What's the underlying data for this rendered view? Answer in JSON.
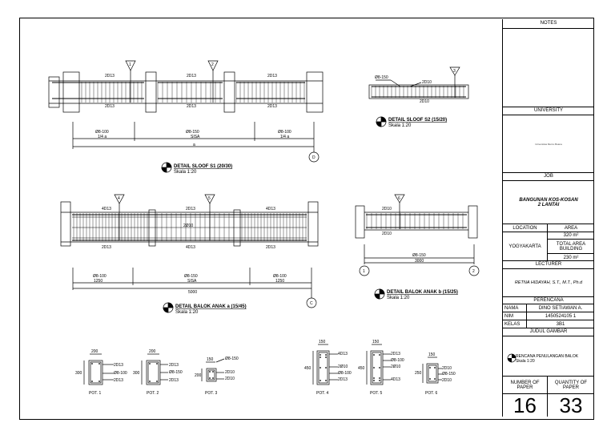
{
  "title_block": {
    "notes": "NOTES",
    "university": "UNIVERSITY",
    "university_logo_text": "Universitas Mercu Buana",
    "job": "JOB",
    "job_title": "BANGUNAN KOS-KOSAN\n2 LANTAI",
    "location_label": "LOCATION",
    "location_value": "YOGYAKARTA",
    "area_label": "AREA",
    "area_value": "320 m²",
    "total_area_label": "TOTAL AREA BUILDING",
    "total_area_value": "230 m²",
    "lecturer_label": "LECTURER",
    "lecturer_name": "RETNA HIDAYAH, S.T., M.T., Ph.d",
    "perencana": "PERENCANA",
    "nama_label": "NAMA",
    "nama_value": "DINO SETIAWAN A.",
    "nim_label": "NIM",
    "nim_value": "1450524105 1",
    "kelas_label": "KELAS",
    "kelas_value": "3B1",
    "judul_label": "JUDUL GAMBAR",
    "judul_value": "RENCANA PENULANGAN BALOK",
    "judul_scale": "Skala 1:20",
    "number_label": "NUMBER OF PAPER",
    "quantity_label": "QUANTITY OF PAPER",
    "number_value": "16",
    "quantity_value": "33"
  },
  "drawing": {
    "s1": {
      "title": "DETAIL SLOOF S1 (20/30)",
      "scale": "Skala 1:20",
      "top_bars": [
        "2D13",
        "2D13",
        "2D13"
      ],
      "bottom_bars": [
        "2D13",
        "2D13",
        "2D13"
      ],
      "markers": [
        "1",
        "2"
      ],
      "stirrups": [
        "Ø8-100",
        "Ø8-150",
        "Ø8-100"
      ],
      "spans": [
        "1/4 a",
        "SISA",
        "1/4 a"
      ],
      "total": "a",
      "grid": "D"
    },
    "s2": {
      "title": "DETAIL SLOOF S2 (15/20)",
      "scale": "Skala 1:20",
      "stirrup": "Ø8-150",
      "top_bar": "2D10",
      "bottom_bar": "2D10",
      "marker": "3"
    },
    "a": {
      "title": "DETAIL BALOK ANAK a (15/45)",
      "scale": "Skala 1:20",
      "top_bars": [
        "4D13",
        "2D13",
        "4D13"
      ],
      "middle_bar": "2Ø10",
      "bottom_bars": [
        "2D13",
        "4D13",
        "2D13"
      ],
      "markers": [
        "4",
        "5"
      ],
      "stirrups": [
        "Ø8-100",
        "Ø8-150",
        "Ø8-100"
      ],
      "spans": [
        "1250",
        "SISA",
        "1250"
      ],
      "total": "5000",
      "grid": "C"
    },
    "b": {
      "title": "DETAIL BALOK ANAK b (15/25)",
      "scale": "Skala 1:20",
      "top_bar": "2D10",
      "bottom_bar": "2D10",
      "marker": "6",
      "stirrup": "Ø8-150",
      "span": "3000",
      "grid_left": "1",
      "grid_right": "2"
    },
    "sections": [
      {
        "name": "POT. 1",
        "width": "200",
        "height": "300",
        "bars": [
          "2D13",
          "Ø8-100",
          "2D13"
        ]
      },
      {
        "name": "POT. 2",
        "width": "200",
        "height": "300",
        "bars": [
          "2D13",
          "Ø8-150",
          "2D13"
        ]
      },
      {
        "name": "POT. 3",
        "width": "150",
        "height": "200",
        "bars": [
          "Ø8-150",
          "2D10",
          "2D10"
        ]
      },
      {
        "name": "POT. 4",
        "width": "150",
        "height": "450",
        "bars": [
          "4D13",
          "2Ø10",
          "Ø8-100",
          "2D13"
        ]
      },
      {
        "name": "POT. 5",
        "width": "150",
        "height": "450",
        "bars": [
          "2D13",
          "Ø8-100",
          "2Ø10",
          "4D13"
        ]
      },
      {
        "name": "POT. 6",
        "width": "150",
        "height": "250",
        "bars": [
          "2D10",
          "Ø8-150",
          "2D10"
        ]
      }
    ]
  }
}
